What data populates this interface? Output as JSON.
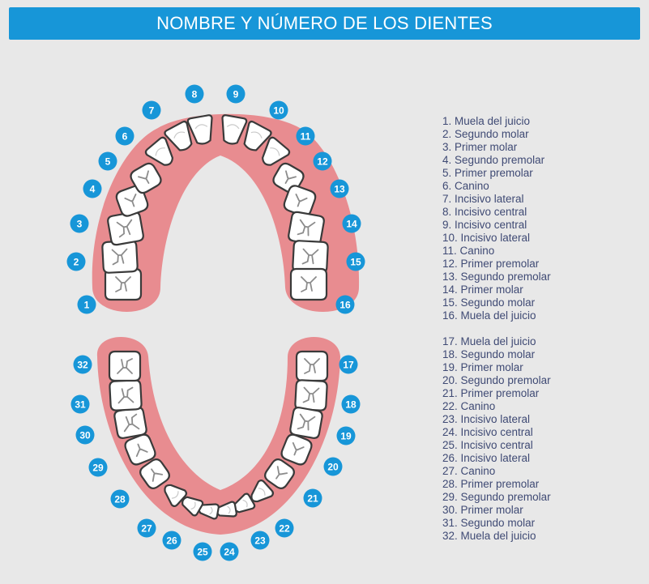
{
  "title": "NOMBRE Y NÚMERO DE LOS DIENTES",
  "colors": {
    "banner": "#1796d8",
    "badge": "#1796d8",
    "gum": "#e88c90",
    "tooth_fill": "#ffffff",
    "tooth_outline": "#3a3a3a",
    "tooth_groove": "#8c8c8c",
    "background": "#e8e8e8",
    "legend_text": "#3f4a74"
  },
  "teeth": [
    {
      "number": "1",
      "name": "Muela del juicio"
    },
    {
      "number": "2",
      "name": "Segundo molar"
    },
    {
      "number": "3",
      "name": "Primer molar"
    },
    {
      "number": "4",
      "name": "Segundo premolar"
    },
    {
      "number": "5",
      "name": "Primer premolar"
    },
    {
      "number": "6",
      "name": "Canino"
    },
    {
      "number": "7",
      "name": "Incisivo lateral"
    },
    {
      "number": "8",
      "name": "Incisivo central"
    },
    {
      "number": "9",
      "name": "Incisivo central"
    },
    {
      "number": "10",
      "name": "Incisivo lateral"
    },
    {
      "number": "11",
      "name": "Canino"
    },
    {
      "number": "12",
      "name": "Primer premolar"
    },
    {
      "number": "13",
      "name": "Segundo premolar"
    },
    {
      "number": "14",
      "name": "Primer molar"
    },
    {
      "number": "15",
      "name": "Segundo molar"
    },
    {
      "number": "16",
      "name": "Muela del juicio"
    },
    {
      "number": "17",
      "name": "Muela del juicio"
    },
    {
      "number": "18",
      "name": "Segundo molar"
    },
    {
      "number": "19",
      "name": "Primer molar"
    },
    {
      "number": "20",
      "name": "Segundo premolar"
    },
    {
      "number": "21",
      "name": "Primer premolar"
    },
    {
      "number": "22",
      "name": "Canino"
    },
    {
      "number": "23",
      "name": "Incisivo lateral"
    },
    {
      "number": "24",
      "name": "Incisivo central"
    },
    {
      "number": "25",
      "name": "Incisivo central"
    },
    {
      "number": "26",
      "name": "Incisivo lateral"
    },
    {
      "number": "27",
      "name": "Canino"
    },
    {
      "number": "28",
      "name": "Primer premolar"
    },
    {
      "number": "29",
      "name": "Segundo premolar"
    },
    {
      "number": "30",
      "name": "Primer molar"
    },
    {
      "number": "31",
      "name": "Segundo molar"
    },
    {
      "number": "32",
      "name": "Muela del juicio"
    }
  ]
}
